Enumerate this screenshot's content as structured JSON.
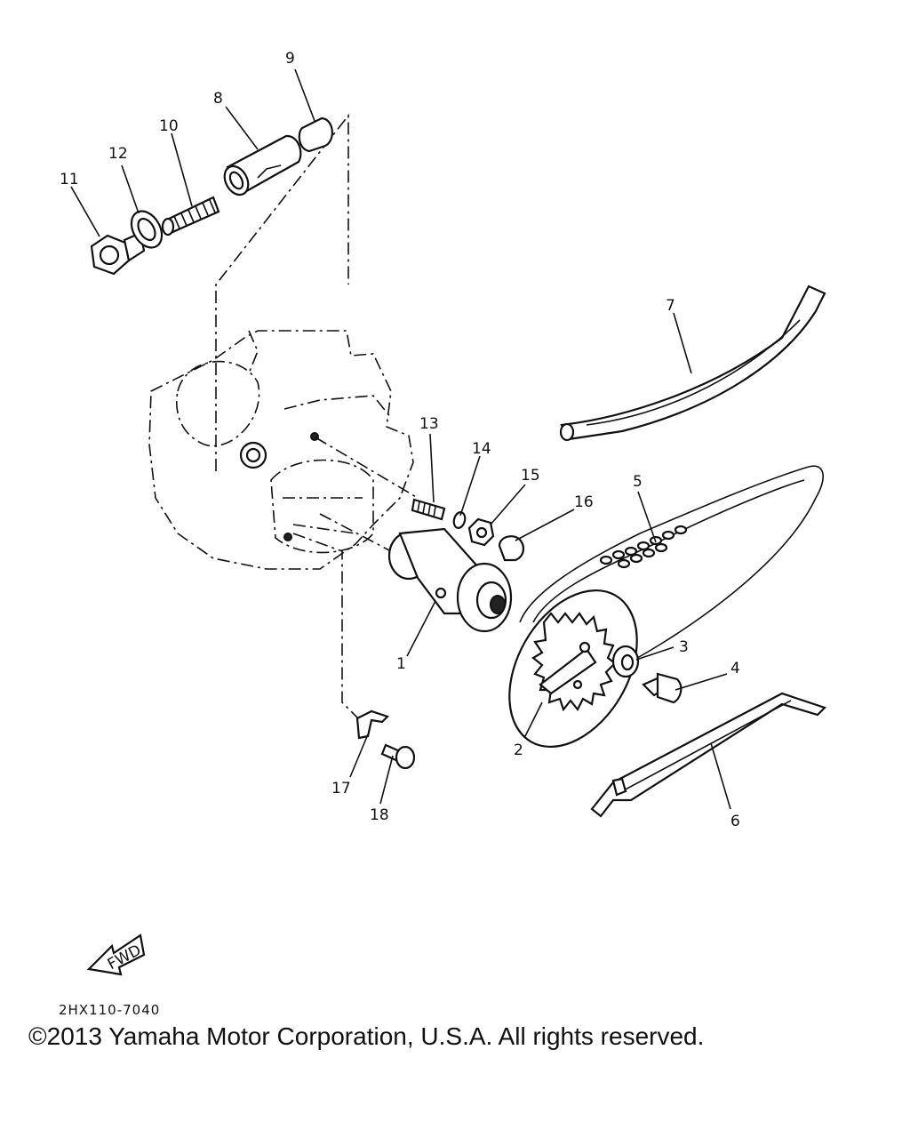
{
  "callouts": {
    "p1": "1",
    "p2": "2",
    "p3": "3",
    "p4": "4",
    "p5": "5",
    "p6": "6",
    "p7": "7",
    "p8": "8",
    "p9": "9",
    "p10": "10",
    "p11": "11",
    "p12": "12",
    "p13": "13",
    "p14": "14",
    "p15": "15",
    "p16": "16",
    "p17": "17",
    "p18": "18"
  },
  "fwd_label": "FWD",
  "drawing_code": "2HX110-7040",
  "copyright": "©2013 Yamaha Motor Corporation, U.S.A. All rights reserved."
}
